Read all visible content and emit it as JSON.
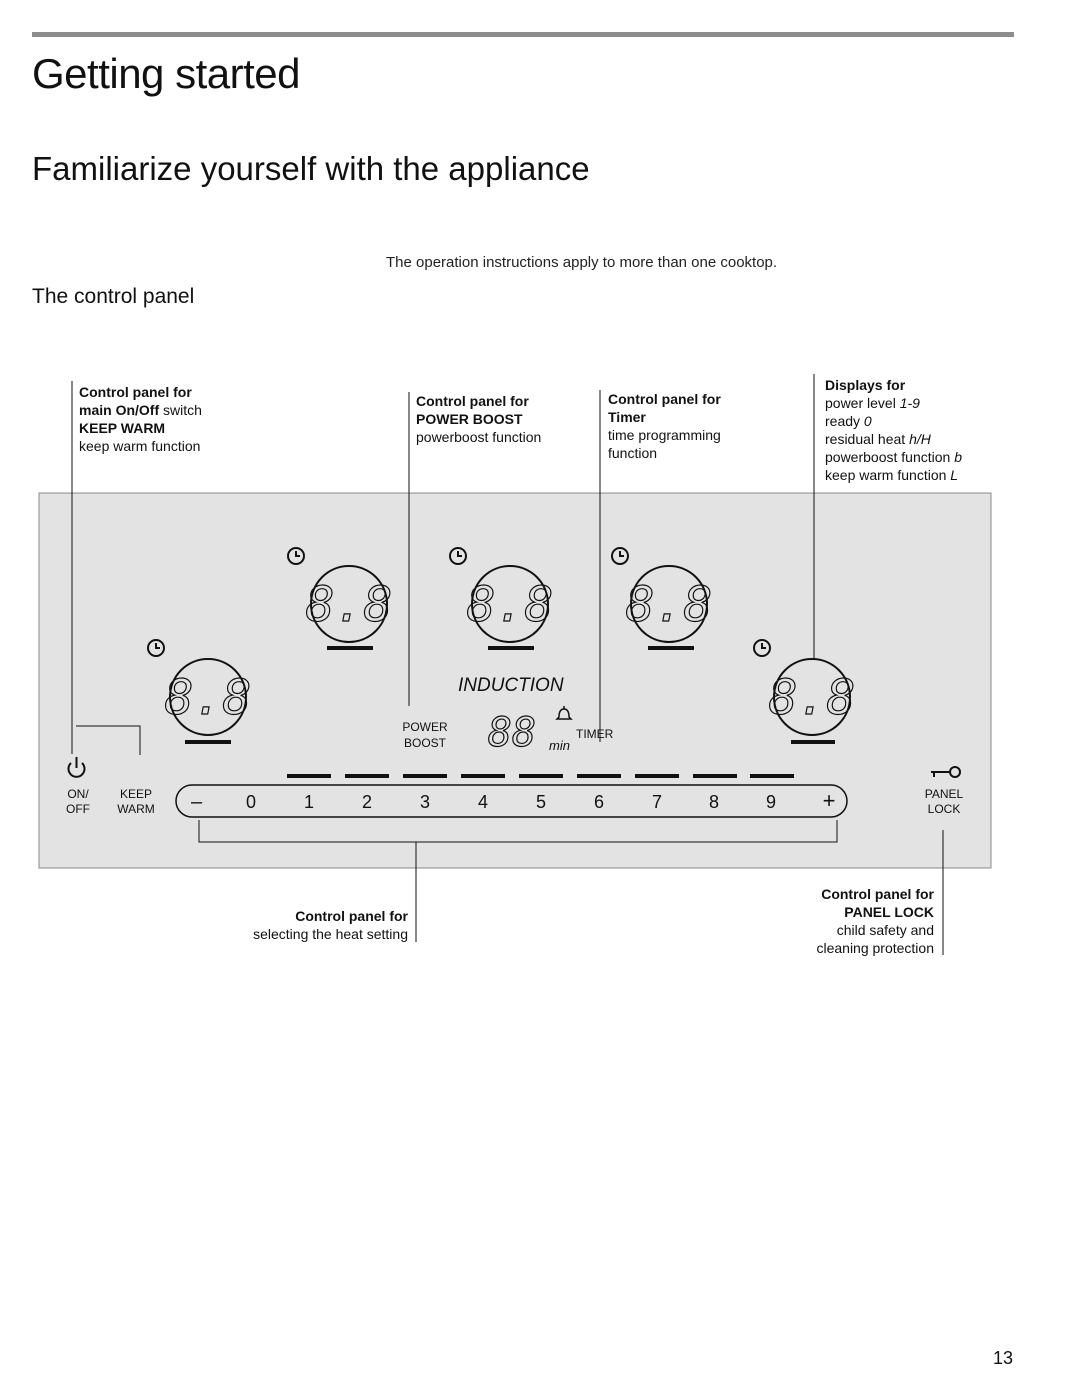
{
  "page": {
    "title": "Getting started",
    "subtitle": "Familiarize yourself with the appliance",
    "note": "The operation instructions apply to more than one cooktop.",
    "section": "The control panel",
    "page_number": "13"
  },
  "callouts": {
    "onoff": {
      "line1": "Control panel for",
      "line2_bold": "main On/Off",
      "line2_rest": " switch",
      "line3": "KEEP WARM",
      "line4": "keep warm function"
    },
    "boost": {
      "line1": "Control panel for",
      "line2": "POWER BOOST",
      "line3": "powerboost function"
    },
    "timer": {
      "line1": "Control panel for",
      "line2": "Timer",
      "line3": "time programming",
      "line4": "function"
    },
    "displays": {
      "title": "Displays for",
      "items": [
        {
          "label": "power level",
          "symbol": "1-9"
        },
        {
          "label": "ready",
          "symbol": "0"
        },
        {
          "label": "residual heat",
          "symbol": "h/H"
        },
        {
          "label": "powerboost function",
          "symbol": "b"
        },
        {
          "label": "keep warm function",
          "symbol": "L"
        }
      ]
    },
    "heat": {
      "line1": "Control panel for",
      "line2": "selecting the heat setting"
    },
    "lock": {
      "line1": "Control panel for",
      "line2": "PANEL LOCK",
      "line3": "child safety and",
      "line4": "cleaning protection"
    }
  },
  "panel": {
    "digit_display": "8.8",
    "induction_label": "INDUCTION",
    "power_label_1": "POWER",
    "power_label_2": "BOOST",
    "timer_display": "88",
    "timer_unit": "min",
    "timer_label": "TIMER",
    "on_label_1": "ON/",
    "on_label_2": "OFF",
    "keep_label_1": "KEEP",
    "keep_label_2": "WARM",
    "lock_label_1": "PANEL",
    "lock_label_2": "LOCK",
    "minus": "–",
    "plus": "+",
    "scale": [
      "0",
      "1",
      "2",
      "3",
      "4",
      "5",
      "6",
      "7",
      "8",
      "9"
    ]
  }
}
